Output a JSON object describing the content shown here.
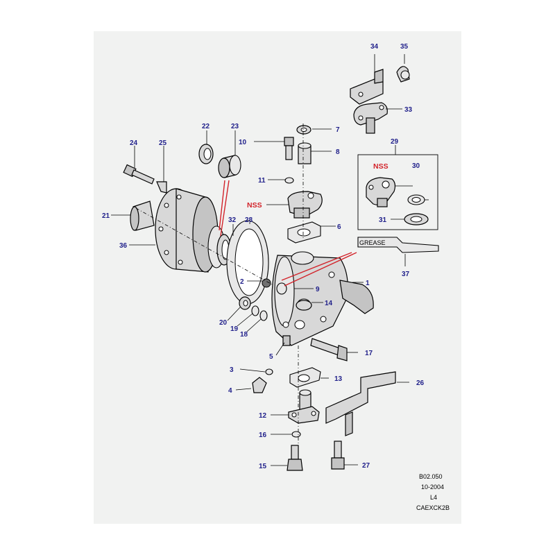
{
  "labels": {
    "p1": "1",
    "p2": "2",
    "p3": "3",
    "p4": "4",
    "p5": "5",
    "p6": "6",
    "p7": "7",
    "p8": "8",
    "p9": "9",
    "p10": "10",
    "p11": "11",
    "p12": "12",
    "p13": "13",
    "p14": "14",
    "p15": "15",
    "p16": "16",
    "p17": "17",
    "p18": "18",
    "p19": "19",
    "p20": "20",
    "p21": "21",
    "p22": "22",
    "p23": "23",
    "p24": "24",
    "p25": "25",
    "p26": "26",
    "p27": "27",
    "p28": "28",
    "p29": "29",
    "p30": "30",
    "p31": "31",
    "p32": "32",
    "p33": "33",
    "p34": "34",
    "p35": "35",
    "p36": "36",
    "p37": "37",
    "nss": "NSS",
    "grease": "GREASE"
  },
  "footer": {
    "code": "B02.050",
    "date": "10-2004",
    "level": "L4",
    "ref": "CAEXCK2B"
  }
}
